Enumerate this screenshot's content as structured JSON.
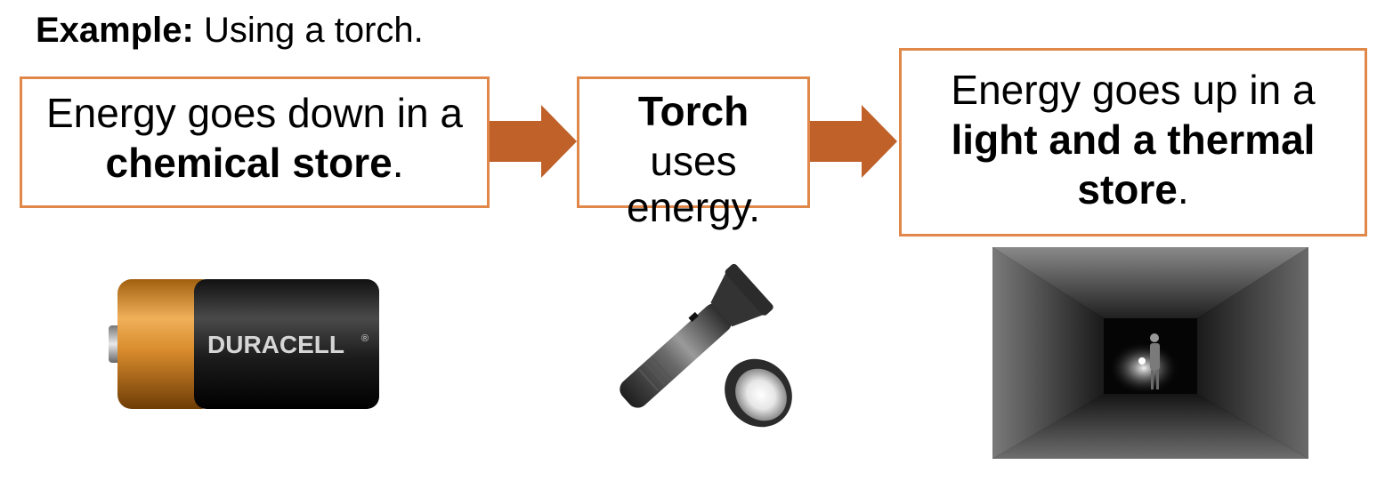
{
  "heading": {
    "bold": "Example:",
    "rest": " Using a torch."
  },
  "boxes": {
    "input": {
      "pre": "Energy goes down in a",
      "bold": "chemical store",
      "post": "."
    },
    "device": {
      "bold": "Torch",
      "line2": "uses",
      "line3": "energy."
    },
    "output": {
      "pre": "Energy goes up in a",
      "bold1": "light and a thermal",
      "bold2": "store",
      "post": "."
    }
  },
  "battery": {
    "brand": "DURACELL",
    "trademark": "®"
  },
  "colors": {
    "box_border": "#e0874a",
    "arrow": "#bf6129"
  },
  "icons": {
    "arrow": "right-arrow-icon",
    "battery": "battery-image",
    "torch": "torch-image",
    "tunnel": "dark-tunnel-image"
  }
}
